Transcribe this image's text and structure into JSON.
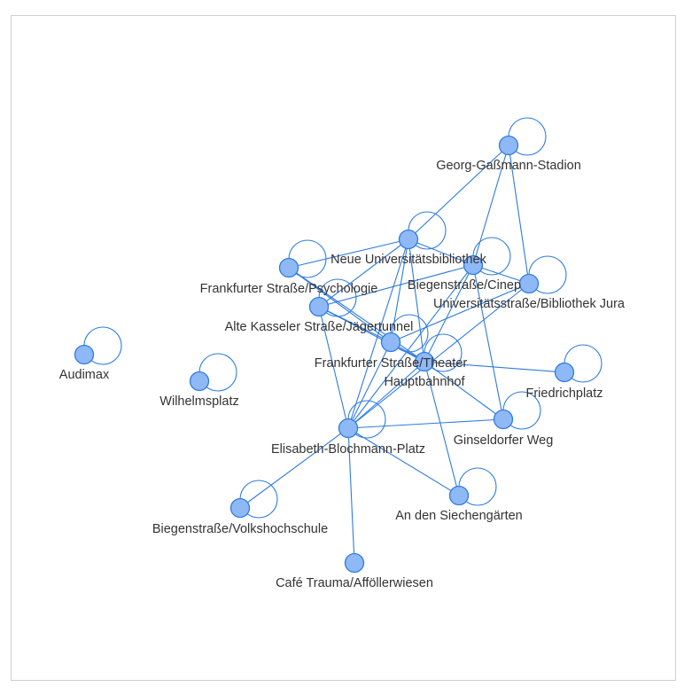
{
  "graph": {
    "colors": {
      "edge": "#2e7be0",
      "node_fill": "#8fb8f7",
      "node_stroke": "#2e7be0",
      "label": "#333333",
      "frame": "#cfcfcf"
    },
    "nodes": [
      {
        "id": "georg",
        "label": "Georg-Gaßmann-Stadion",
        "self_loop": true
      },
      {
        "id": "neue",
        "label": "Neue Universitätsbibliothek",
        "self_loop": true
      },
      {
        "id": "cinep",
        "label": "Biegenstraße/Cinep",
        "self_loop": true
      },
      {
        "id": "jura",
        "label": "Universitätsstraße/Bibliothek Jura",
        "self_loop": true
      },
      {
        "id": "psych",
        "label": "Frankfurter Straße/Psychologie",
        "self_loop": true
      },
      {
        "id": "jaeger",
        "label": "Alte Kasseler Straße/Jägertunnel",
        "self_loop": true
      },
      {
        "id": "theater",
        "label": "Frankfurter Straße/Theater",
        "self_loop": true
      },
      {
        "id": "hbf",
        "label": "Hauptbahnhof",
        "self_loop": true
      },
      {
        "id": "audimax",
        "label": "Audimax",
        "self_loop": true
      },
      {
        "id": "wilhelm",
        "label": "Wilhelmsplatz",
        "self_loop": true
      },
      {
        "id": "friedrich",
        "label": "Friedrichplatz",
        "self_loop": true
      },
      {
        "id": "ginsel",
        "label": "Ginseldorfer Weg",
        "self_loop": true
      },
      {
        "id": "elisabeth",
        "label": "Elisabeth-Blochmann-Platz",
        "self_loop": true
      },
      {
        "id": "vhs",
        "label": "Biegenstraße/Volkshochschule",
        "self_loop": true
      },
      {
        "id": "siechen",
        "label": "An den Siechengärten",
        "self_loop": true
      },
      {
        "id": "cafe",
        "label": "Café Trauma/Afföllerwiesen",
        "self_loop": false
      }
    ],
    "edges": [
      [
        "georg",
        "neue"
      ],
      [
        "georg",
        "cinep"
      ],
      [
        "georg",
        "jura"
      ],
      [
        "neue",
        "psych"
      ],
      [
        "neue",
        "cinep"
      ],
      [
        "neue",
        "jaeger"
      ],
      [
        "neue",
        "theater"
      ],
      [
        "neue",
        "hbf"
      ],
      [
        "neue",
        "elisabeth"
      ],
      [
        "cinep",
        "jaeger"
      ],
      [
        "cinep",
        "jura"
      ],
      [
        "cinep",
        "hbf"
      ],
      [
        "cinep",
        "ginsel"
      ],
      [
        "cinep",
        "elisabeth"
      ],
      [
        "jura",
        "theater"
      ],
      [
        "jura",
        "elisabeth"
      ],
      [
        "psych",
        "theater"
      ],
      [
        "psych",
        "hbf"
      ],
      [
        "jaeger",
        "theater"
      ],
      [
        "jaeger",
        "hbf"
      ],
      [
        "jaeger",
        "elisabeth"
      ],
      [
        "theater",
        "hbf"
      ],
      [
        "theater",
        "elisabeth"
      ],
      [
        "hbf",
        "friedrich"
      ],
      [
        "hbf",
        "ginsel"
      ],
      [
        "hbf",
        "elisabeth"
      ],
      [
        "hbf",
        "siechen"
      ],
      [
        "elisabeth",
        "ginsel"
      ],
      [
        "elisabeth",
        "siechen"
      ],
      [
        "elisabeth",
        "vhs"
      ],
      [
        "elisabeth",
        "cafe"
      ]
    ]
  }
}
